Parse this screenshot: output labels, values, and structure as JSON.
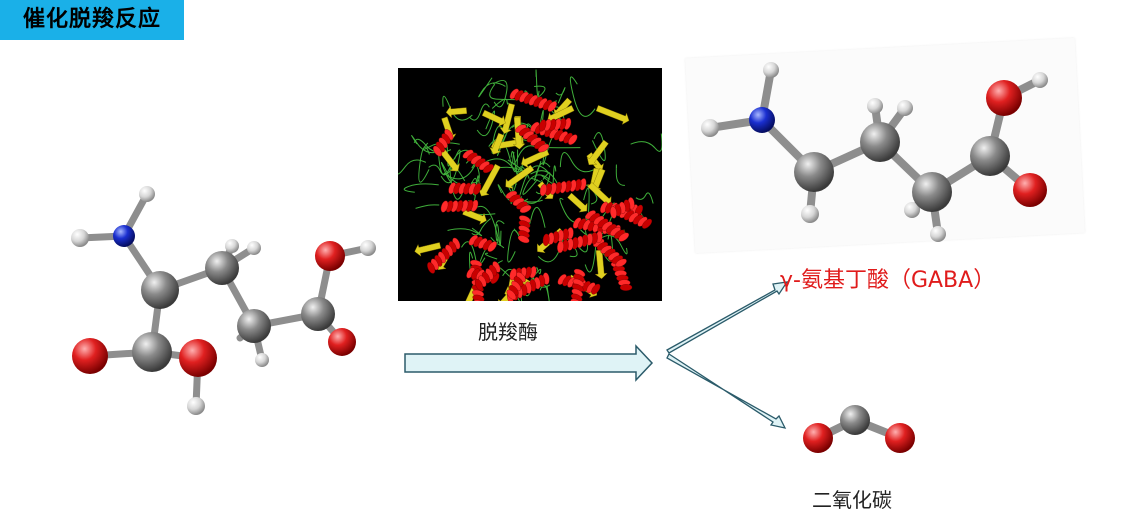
{
  "enzyme": {
    "label": "脱羧酶"
  },
  "reaction": {
    "label": "催化脱羧反应"
  },
  "products": {
    "gaba": {
      "label": "γ-氨基丁酸（GABA）"
    },
    "co2": {
      "label": "二氧化碳"
    }
  },
  "colors": {
    "reaction_box": "#1ab0e8",
    "product_label": "#e01b1b",
    "arrow_fill": "#dff3f6",
    "arrow_stroke": "#2b5b6a",
    "carbon": "#707070",
    "oxygen": "#e02020",
    "nitrogen": "#1a2fd0",
    "hydrogen": "#d8d8d8"
  },
  "atoms": {
    "glutamate": [
      "H",
      "N",
      "H",
      "C",
      "C",
      "H",
      "H",
      "C",
      "H",
      "H",
      "C",
      "O",
      "H",
      "O",
      "C",
      "O",
      "O",
      "H"
    ],
    "gaba": [
      "H",
      "N",
      "H",
      "C",
      "H",
      "C",
      "H",
      "H",
      "C",
      "H",
      "H",
      "C",
      "O",
      "H",
      "O"
    ],
    "co2": [
      "O",
      "C",
      "O"
    ]
  }
}
